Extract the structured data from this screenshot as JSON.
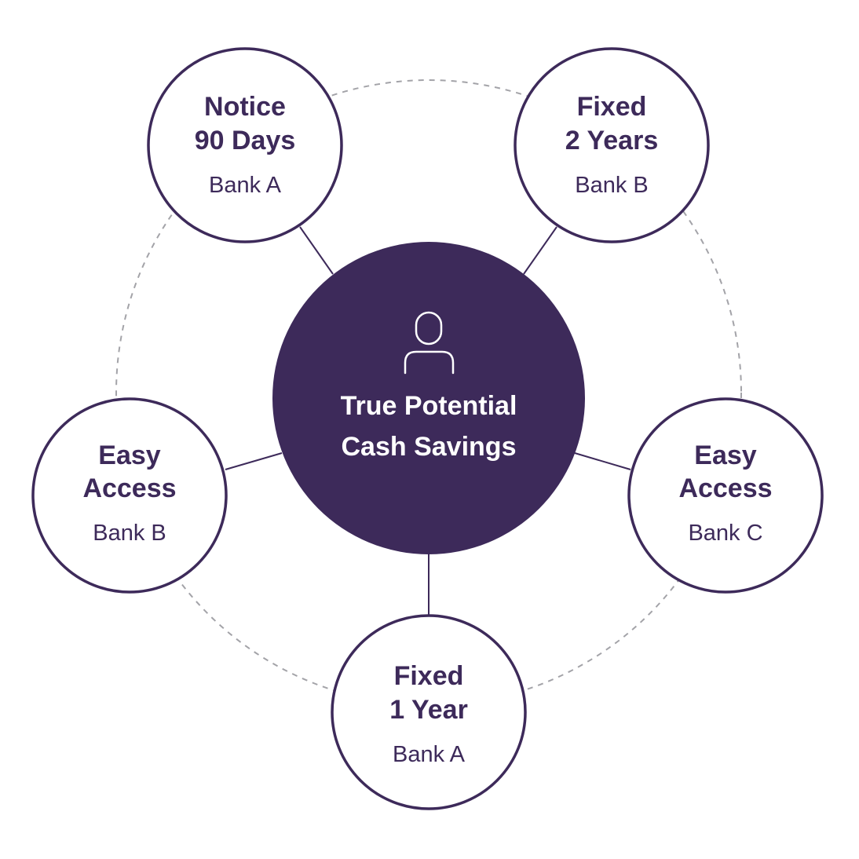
{
  "colors": {
    "primary": "#3d2a5a",
    "hub_text": "#ffffff",
    "node_fill": "#ffffff",
    "dashed_ring": "#a3a3a8",
    "connector": "#3d2a5a"
  },
  "hub": {
    "icon": "person-icon",
    "line1": "True Potential",
    "line2": "Cash Savings"
  },
  "nodes": [
    {
      "line1": "Notice",
      "line2": "90 Days",
      "bank": "Bank A"
    },
    {
      "line1": "Fixed",
      "line2": "2 Years",
      "bank": "Bank B"
    },
    {
      "line1": "Easy",
      "line2": "Access",
      "bank": "Bank B"
    },
    {
      "line1": "Easy",
      "line2": "Access",
      "bank": "Bank C"
    },
    {
      "line1": "Fixed",
      "line2": "1 Year",
      "bank": "Bank A"
    }
  ]
}
